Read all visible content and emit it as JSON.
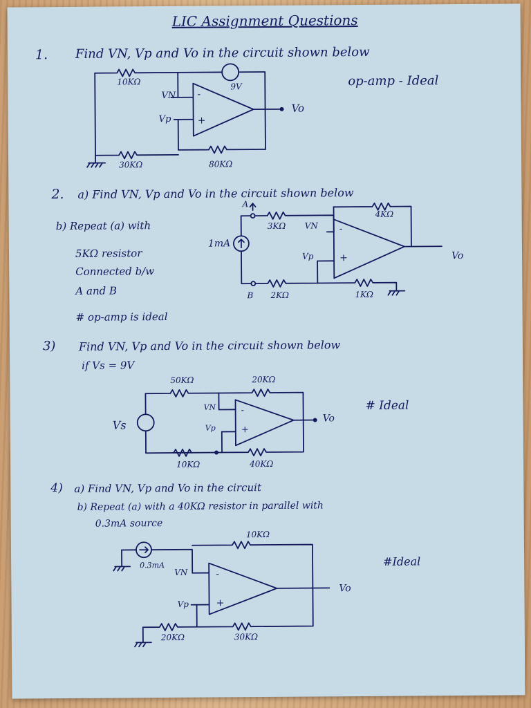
{
  "title": "LIC Assignment Questions",
  "q1": {
    "number": "1.",
    "text": "Find VN, Vp and Vo in the circuit shown below",
    "note": "op-amp - Ideal",
    "labels": {
      "r1": "10KΩ",
      "r2": "30KΩ",
      "r3": "80KΩ",
      "src": "9V",
      "vn": "VN",
      "vp": "Vp",
      "vo": "Vo",
      "plus": "+",
      "minus": "-"
    }
  },
  "q2": {
    "number": "2.",
    "part_a": "a) Find VN, Vp and Vo in the circuit shown below",
    "part_b": [
      "b) Repeat (a) with",
      "5KΩ resistor",
      "Connected b/w",
      "A and B"
    ],
    "note": "# op-amp is ideal",
    "labels": {
      "r1": "3KΩ",
      "r2": "4KΩ",
      "r3": "2KΩ",
      "r4": "1KΩ",
      "src": "1mA",
      "a": "A",
      "b": "B",
      "vn": "VN",
      "vp": "Vp",
      "vo": "Vo",
      "plus": "+",
      "minus": "-"
    }
  },
  "q3": {
    "number": "3)",
    "text": "Find VN, Vp and Vo in the circuit shown below",
    "cond": "if Vs = 9V",
    "note": "# Ideal",
    "labels": {
      "r1": "50KΩ",
      "r2": "20KΩ",
      "r3": "10KΩ",
      "r4": "40KΩ",
      "vs": "Vs",
      "vn": "VN",
      "vp": "Vp",
      "vo": "Vo",
      "plus": "+",
      "minus": "-"
    }
  },
  "q4": {
    "number": "4)",
    "part_a": "a) Find VN, Vp and Vo in the circuit",
    "part_b1": "b) Repeat (a) with a 40KΩ resistor in parallel with",
    "part_b2": "0.3mA source",
    "note": "#Ideal",
    "labels": {
      "r1": "10KΩ",
      "r2": "20KΩ",
      "r3": "30KΩ",
      "src": "0.3mA",
      "vn": "VN",
      "vp": "Vp",
      "vo": "Vo",
      "plus": "+",
      "minus": "-"
    }
  }
}
